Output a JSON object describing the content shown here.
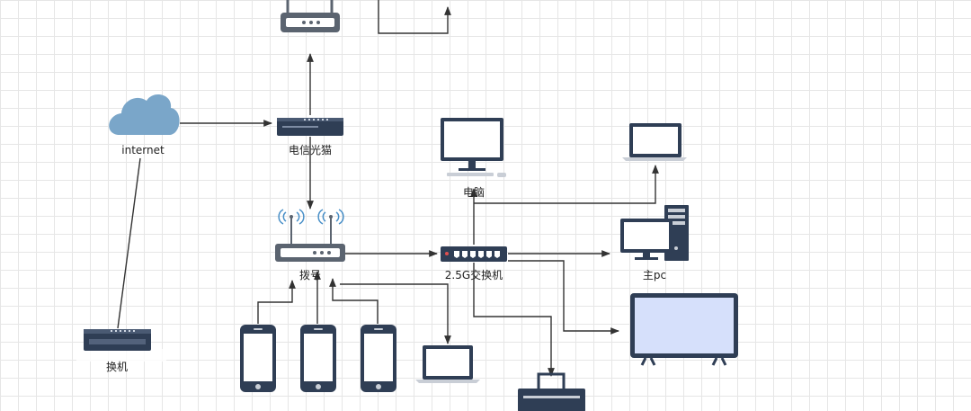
{
  "nodes": {
    "internet": {
      "label": "internet"
    },
    "modem": {
      "label": "电信光猫"
    },
    "dialer": {
      "label": "拨号"
    },
    "switch": {
      "label": "2.5G交换机"
    },
    "desktop": {
      "label": "电脑"
    },
    "main_pc": {
      "label": "主pc"
    },
    "swap_machine": {
      "label": "换机"
    }
  },
  "colors": {
    "edge": "#333333",
    "cloud": "#7aa6c9",
    "device_dark": "#2f3e55",
    "tv_screen": "#d6e0fb",
    "router_body": "#5b6470",
    "wifi_wave": "#4a90c8"
  }
}
